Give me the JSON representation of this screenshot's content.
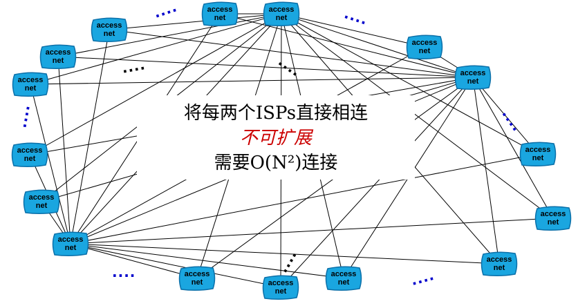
{
  "diagram": {
    "node_label_line1": "access",
    "node_label_line2": "net",
    "node_fill": "#1aa6e0",
    "node_stroke": "#0b6fa8",
    "hubs": [
      "n3",
      "n7",
      "n15"
    ],
    "nodes": [
      {
        "id": "n1",
        "line1": "access",
        "line2": "net"
      },
      {
        "id": "n2",
        "line1": "access",
        "line2": "net"
      },
      {
        "id": "n3",
        "line1": "access",
        "line2": "net"
      },
      {
        "id": "n4",
        "line1": "access",
        "line2": "net"
      },
      {
        "id": "n5",
        "line1": "access",
        "line2": "net"
      },
      {
        "id": "n6",
        "line1": "access",
        "line2": "net"
      },
      {
        "id": "n7",
        "line1": "access",
        "line2": "net"
      },
      {
        "id": "n8",
        "line1": "access",
        "line2": "net"
      },
      {
        "id": "n9",
        "line1": "access",
        "line2": "net"
      },
      {
        "id": "n10",
        "line1": "access",
        "line2": "net"
      },
      {
        "id": "n11",
        "line1": "access",
        "line2": "net"
      },
      {
        "id": "n12",
        "line1": "access",
        "line2": "net"
      },
      {
        "id": "n13",
        "line1": "access",
        "line2": "net"
      },
      {
        "id": "n14",
        "line1": "access",
        "line2": "net"
      },
      {
        "id": "n15",
        "line1": "access",
        "line2": "net"
      },
      {
        "id": "n16",
        "line1": "access",
        "line2": "net"
      },
      {
        "id": "n17",
        "line1": "access",
        "line2": "net"
      },
      {
        "id": "n18",
        "line1": "access",
        "line2": "net"
      },
      {
        "id": "n19",
        "line1": "access",
        "line2": "net"
      },
      {
        "id": "n20",
        "line1": "access",
        "line2": "net"
      }
    ],
    "ellipsis": "...."
  },
  "caption": {
    "line1": "将每两个ISPs直接相连",
    "line2": "不可扩展",
    "line3": "需要O(N²)连接",
    "line2_color": "#cc0000"
  }
}
